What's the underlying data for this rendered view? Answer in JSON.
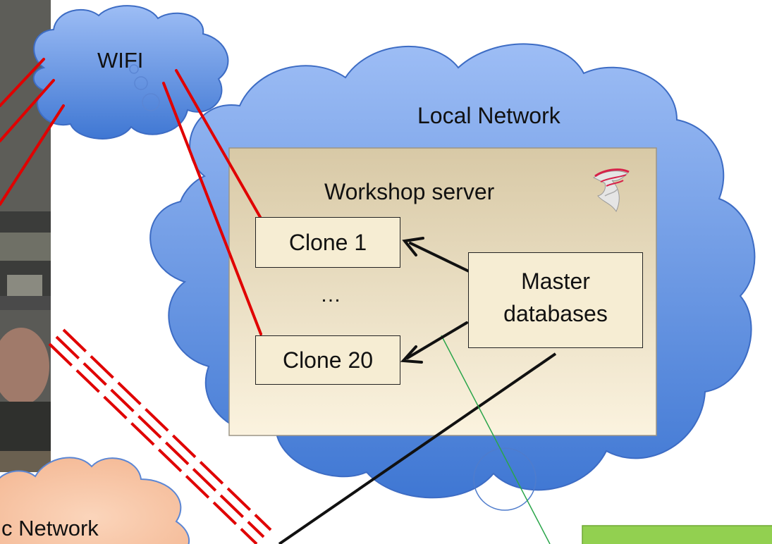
{
  "diagram": {
    "wifi_label": "WIFI",
    "local_network_label": "Local Network",
    "server_label": "Workshop server",
    "clone_first": "Clone 1",
    "ellipsis": "…",
    "clone_last": "Clone 20",
    "master_line1": "Master",
    "master_line2": "databases",
    "public_network_label": "c Network",
    "icons": [
      "sql-server-icon"
    ],
    "colors": {
      "cloud_blue": "#6a9be8",
      "cloud_peach": "#f8cbad",
      "server_box": "#e8dcbd",
      "red_link": "#e00000",
      "green_box": "#92d050",
      "green_line": "#2aa54a"
    }
  }
}
